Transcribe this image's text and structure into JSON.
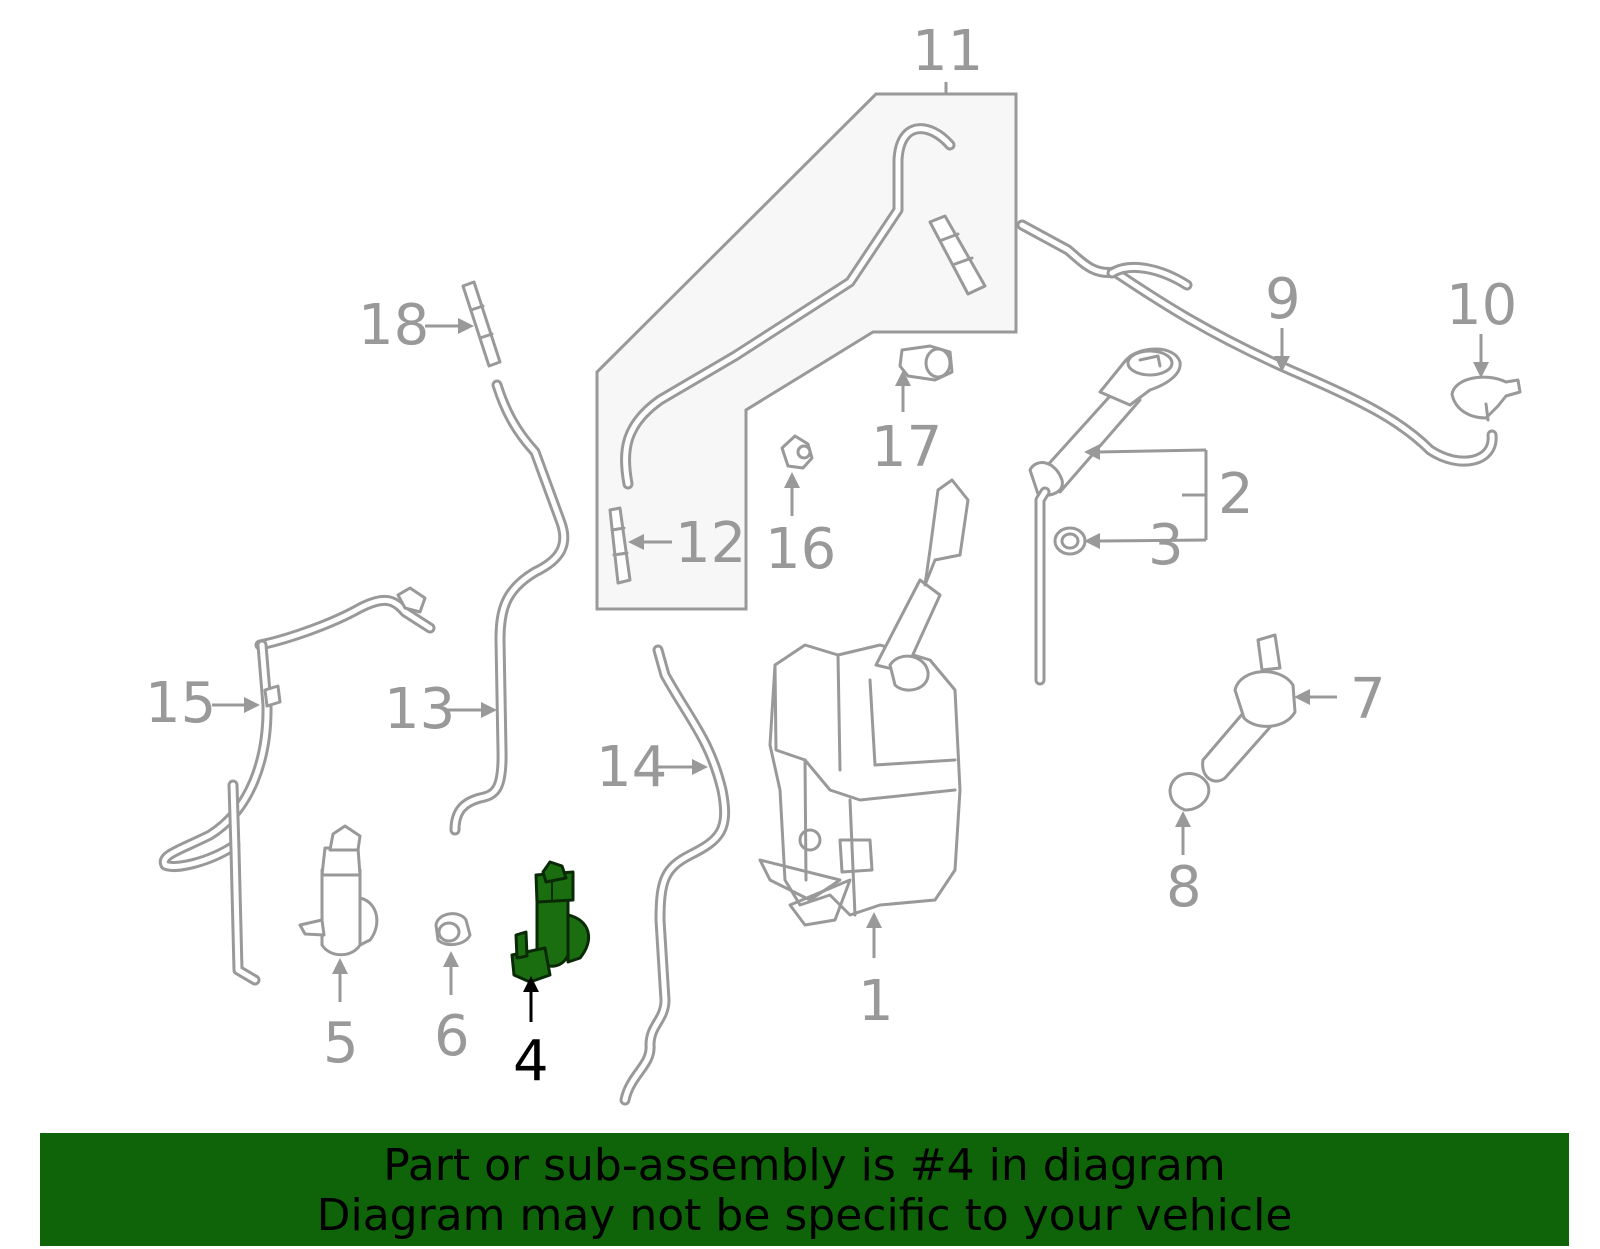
{
  "callouts": {
    "c1": "1",
    "c2": "2",
    "c3": "3",
    "c4": "4",
    "c5": "5",
    "c6": "6",
    "c7": "7",
    "c8": "8",
    "c9": "9",
    "c10": "10",
    "c11": "11",
    "c12": "12",
    "c13": "13",
    "c14": "14",
    "c15": "15",
    "c16": "16",
    "c17": "17",
    "c18": "18"
  },
  "highlight": {
    "part": "4",
    "color": "#1a6e10"
  },
  "banner": {
    "line1": "Part or sub-assembly is #4 in diagram",
    "line2": "Diagram may not be specific to your vehicle",
    "color": "#0f6308"
  },
  "colors": {
    "linework": "#999999",
    "background": "#ffffff"
  }
}
